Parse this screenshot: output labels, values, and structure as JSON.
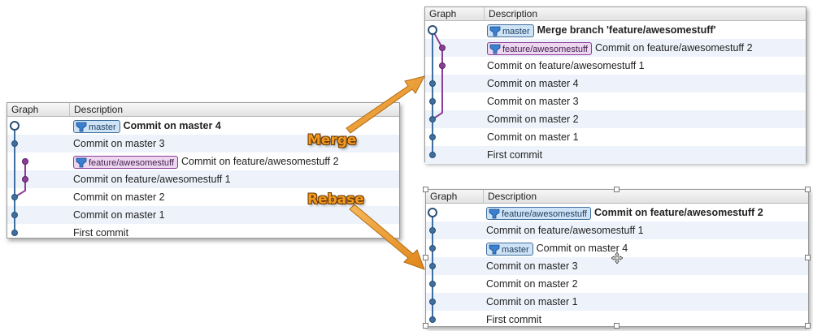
{
  "colors": {
    "master": "#3f6f9e",
    "feature": "#8a3e96",
    "arrow": "#ef9a2a"
  },
  "annotations": {
    "merge": "Merge",
    "rebase": "Rebase"
  },
  "left": {
    "header": {
      "graph": "Graph",
      "description": "Description"
    },
    "rows": [
      {
        "badge": "master",
        "badge_type": "master",
        "text": "Commit on master 4",
        "bold": true
      },
      {
        "text": "Commit on master 3"
      },
      {
        "badge": "feature/awesomestuff",
        "badge_type": "feature",
        "text": "Commit on feature/awesomestuff 2"
      },
      {
        "text": "Commit on feature/awesomestuff 1"
      },
      {
        "text": "Commit on master 2"
      },
      {
        "text": "Commit on master 1"
      },
      {
        "text": "First commit"
      }
    ]
  },
  "merge": {
    "header": {
      "graph": "Graph",
      "description": "Description"
    },
    "rows": [
      {
        "badge": "master",
        "badge_type": "master",
        "text": "Merge branch 'feature/awesomestuff'",
        "bold": true
      },
      {
        "badge": "feature/awesomestuff",
        "badge_type": "feature",
        "text": "Commit on feature/awesomestuff 2"
      },
      {
        "text": "Commit on feature/awesomestuff 1"
      },
      {
        "text": "Commit on master 4"
      },
      {
        "text": "Commit on master 3"
      },
      {
        "text": "Commit on master 2"
      },
      {
        "text": "Commit on master 1"
      },
      {
        "text": "First commit"
      }
    ]
  },
  "rebase": {
    "header": {
      "graph": "Graph",
      "description": "Description"
    },
    "rows": [
      {
        "badge": "feature/awesomestuff",
        "badge_type": "master",
        "text": "Commit on feature/awesomestuff 2",
        "bold": true
      },
      {
        "text": "Commit on feature/awesomestuff 1"
      },
      {
        "badge": "master",
        "badge_type": "master",
        "text": "Commit on master 4"
      },
      {
        "text": "Commit on master 3"
      },
      {
        "text": "Commit on master 2"
      },
      {
        "text": "Commit on master 1"
      },
      {
        "text": "First commit"
      }
    ]
  }
}
